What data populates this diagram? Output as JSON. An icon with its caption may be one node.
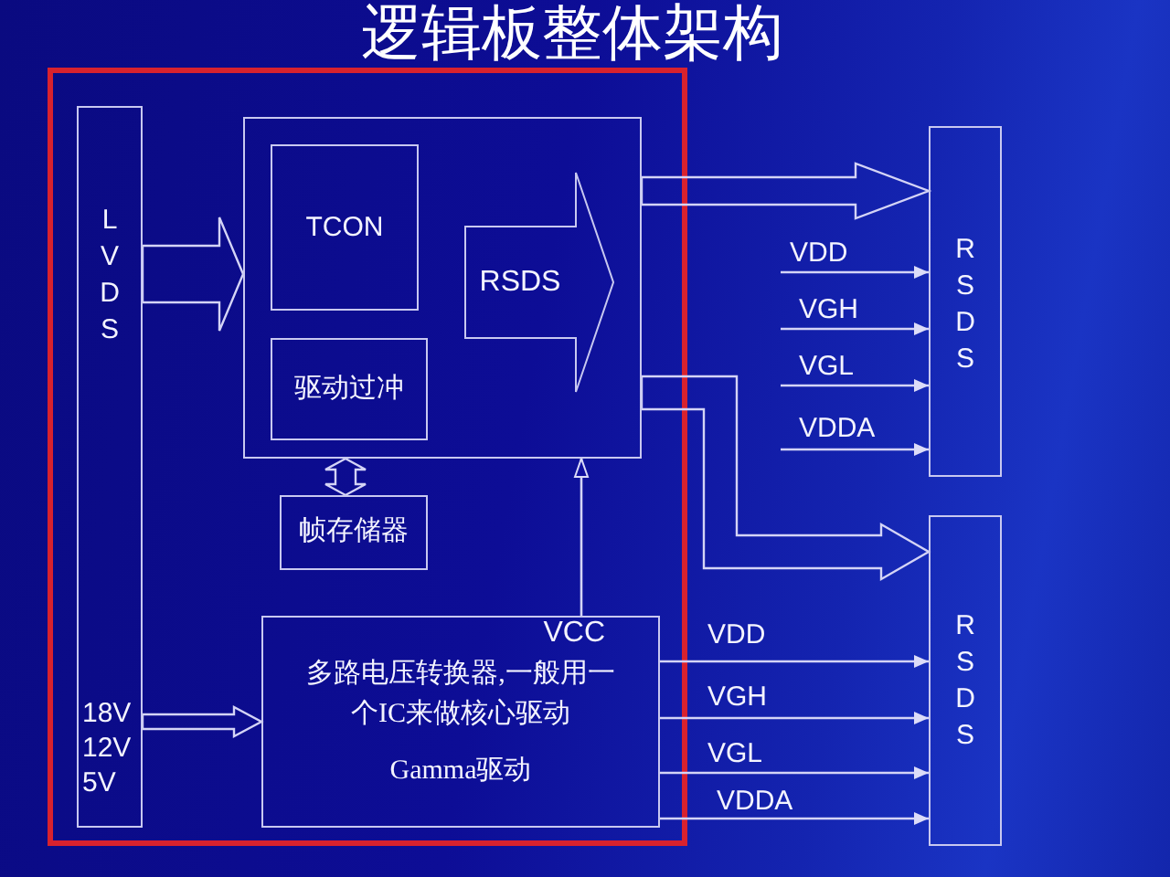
{
  "diagram": {
    "title": "逻辑板整体架构",
    "nodes": [
      {
        "text": [
          "L V D S",
          "18V 12V 5V"
        ]
      },
      {
        "text": [],
        "shape": "box"
      },
      {
        "text": [
          "TCON"
        ],
        "in": 1
      },
      {
        "text": [
          "RSDS"
        ],
        "in": 1
      },
      {
        "text": [
          "驱动过冲"
        ],
        "in": 1
      },
      {
        "text": [
          "帧存储器"
        ]
      },
      {
        "text": [
          "VCC",
          "多路电压转换器,一般用一个IC来做核心驱动",
          "Gamma驱动"
        ]
      },
      {
        "text": [
          "R S D S"
        ]
      },
      {
        "text": [
          "R S D S"
        ]
      }
    ],
    "edges": [
      {
        "from": 0,
        "to": 1,
        "arrow": "to",
        "style": "thick"
      },
      {
        "from": 1,
        "to": 5,
        "arrow": "both",
        "style": "thick"
      },
      {
        "from": 6,
        "to": 1,
        "arrow": "to"
      },
      {
        "from": 0,
        "to": 6,
        "arrow": "to",
        "style": "thick"
      },
      {
        "from": 1,
        "to": 7,
        "arrow": "to",
        "style": "thick"
      },
      {
        "from": 1,
        "to": 8,
        "arrow": "to",
        "style": "thick"
      },
      {
        "from": null,
        "to": 7,
        "arrow": "to",
        "label": "VDD"
      },
      {
        "from": null,
        "to": 7,
        "arrow": "to",
        "label": "VGH"
      },
      {
        "from": null,
        "to": 7,
        "arrow": "to",
        "label": "VGL"
      },
      {
        "from": null,
        "to": 7,
        "arrow": "to",
        "label": "VDDA"
      },
      {
        "from": 6,
        "to": 8,
        "arrow": "to",
        "label": "VDD"
      },
      {
        "from": 6,
        "to": 8,
        "arrow": "to",
        "label": "VGH"
      },
      {
        "from": 6,
        "to": 8,
        "arrow": "to",
        "label": "VGL"
      },
      {
        "from": 6,
        "to": 8,
        "arrow": "to",
        "label": "VDDA"
      }
    ]
  }
}
